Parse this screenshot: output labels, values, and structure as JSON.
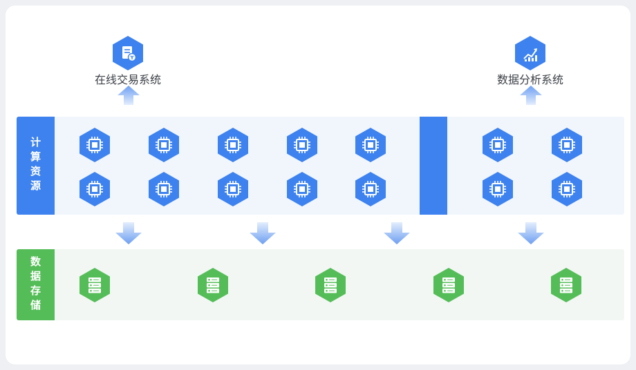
{
  "top_systems": [
    {
      "label": "在线交易系统",
      "icon": "database-icon"
    },
    {
      "label": "数据分析系统",
      "icon": "chart-icon"
    }
  ],
  "compute": {
    "label": "计算资源",
    "node_icon": "cpu-chip-icon",
    "left_group_count": 10,
    "right_group_count": 4
  },
  "storage": {
    "label": "数据存储",
    "node_icon": "server-icon",
    "count": 5
  },
  "colors": {
    "blue": "#3d82ef",
    "green": "#55bd58",
    "compute_bg": "#f1f6fd",
    "storage_bg": "#f2f7f4",
    "arrow_light": "#e3edfd",
    "arrow_dark": "#6d9ff2"
  }
}
